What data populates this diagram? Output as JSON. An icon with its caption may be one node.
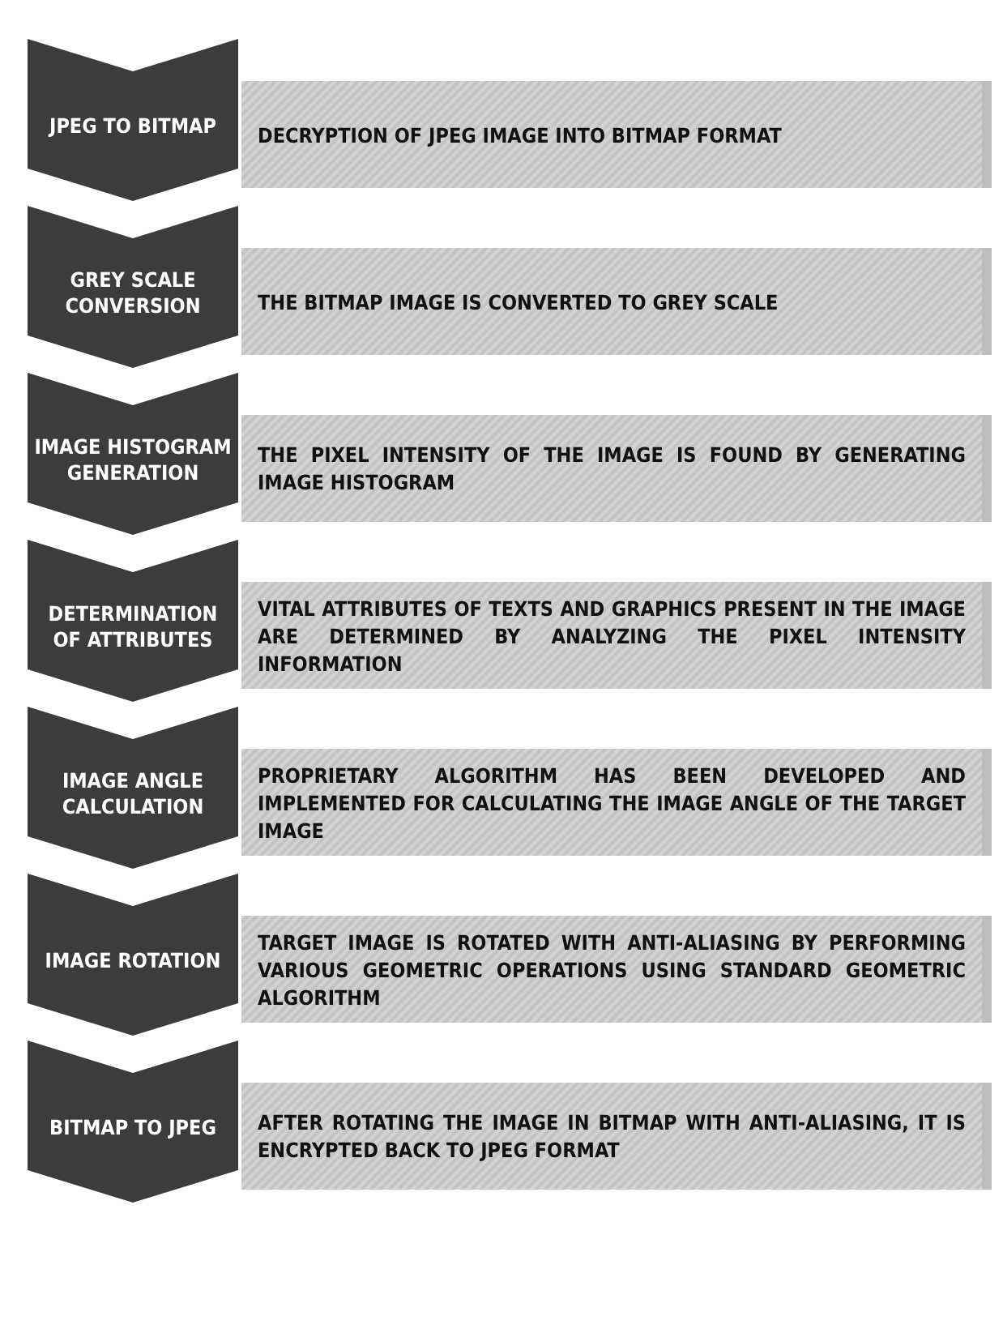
{
  "diagram": {
    "nodes": [
      {
        "text": [
          "JPEG TO BITMAP"
        ]
      },
      {
        "text": [
          "DECRYPTION OF JPEG IMAGE INTO BITMAP FORMAT"
        ]
      },
      {
        "text": [
          "GREY SCALE CONVERSION"
        ]
      },
      {
        "text": [
          "THE BITMAP IMAGE IS CONVERTED TO GREY SCALE"
        ]
      },
      {
        "text": [
          "IMAGE HISTOGRAM GENERATION"
        ]
      },
      {
        "text": [
          "THE PIXEL INTENSITY OF THE IMAGE IS FOUND BY GENERATING IMAGE HISTOGRAM"
        ]
      },
      {
        "text": [
          "DETERMINATION OF ATTRIBUTES"
        ]
      },
      {
        "text": [
          "VITAL ATTRIBUTES OF TEXTS AND GRAPHICS PRESENT IN THE IMAGE ARE DETERMINED BY ANALYZING THE PIXEL INTENSITY INFORMATION"
        ]
      },
      {
        "text": [
          "IMAGE ANGLE CALCULATION"
        ]
      },
      {
        "text": [
          "PROPRIETARY ALGORITHM HAS BEEN DEVELOPED AND IMPLEMENTED FOR CALCULATING THE IMAGE ANGLE OF THE TARGET IMAGE"
        ]
      },
      {
        "text": [
          "IMAGE ROTATION"
        ]
      },
      {
        "text": [
          "TARGET IMAGE IS ROTATED WITH ANTI-ALIASING BY PERFORMING VARIOUS GEOMETRIC OPERATIONS USING STANDARD GEOMETRIC ALGORITHM"
        ]
      },
      {
        "text": [
          "BITMAP TO JPEG"
        ]
      },
      {
        "text": [
          "AFTER ROTATING THE IMAGE IN BITMAP WITH ANTI-ALIASING, IT IS ENCRYPTED BACK TO JPEG FORMAT"
        ]
      }
    ]
  }
}
